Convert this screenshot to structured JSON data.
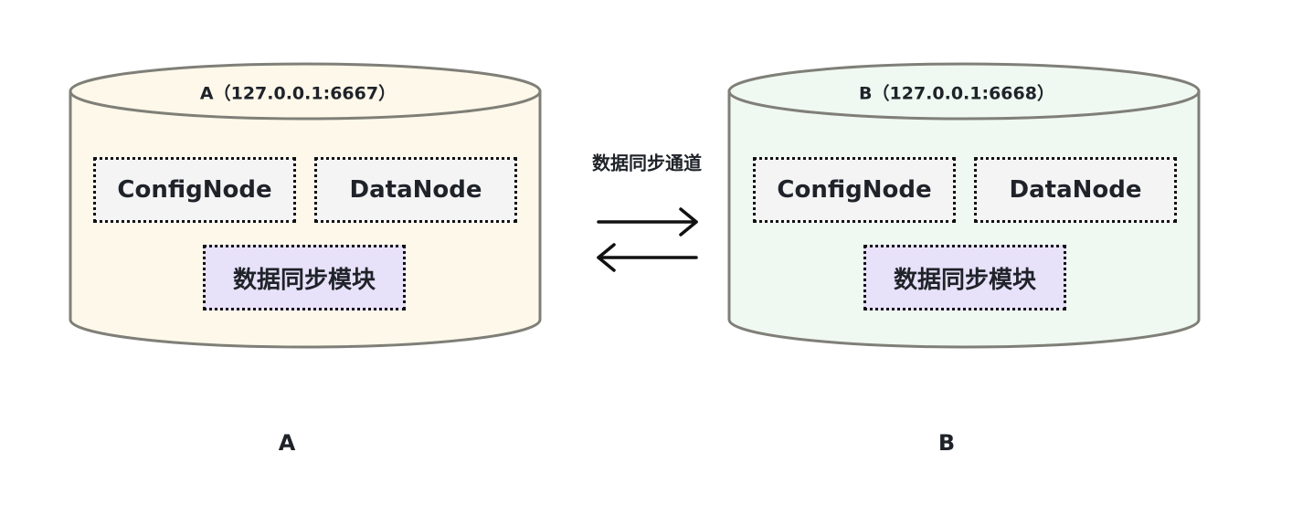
{
  "clusters": [
    {
      "id": "A",
      "title": "A（127.0.0.1:6667）",
      "fill": "#fdf8ea",
      "nodes": [
        "ConfigNode",
        "DataNode"
      ],
      "module": "数据同步模块",
      "caption": "A"
    },
    {
      "id": "B",
      "title": "B（127.0.0.1:6668）",
      "fill": "#eff8f1",
      "nodes": [
        "ConfigNode",
        "DataNode"
      ],
      "module": "数据同步模块",
      "caption": "B"
    }
  ],
  "channel": {
    "label": "数据同步通道",
    "arrows": [
      "right-arrow",
      "left-arrow"
    ]
  },
  "colors": {
    "outline": "#7f7f78",
    "node_fill": "#f4f4f5",
    "module_fill": "#e8e1fa",
    "text": "#1f2329"
  }
}
